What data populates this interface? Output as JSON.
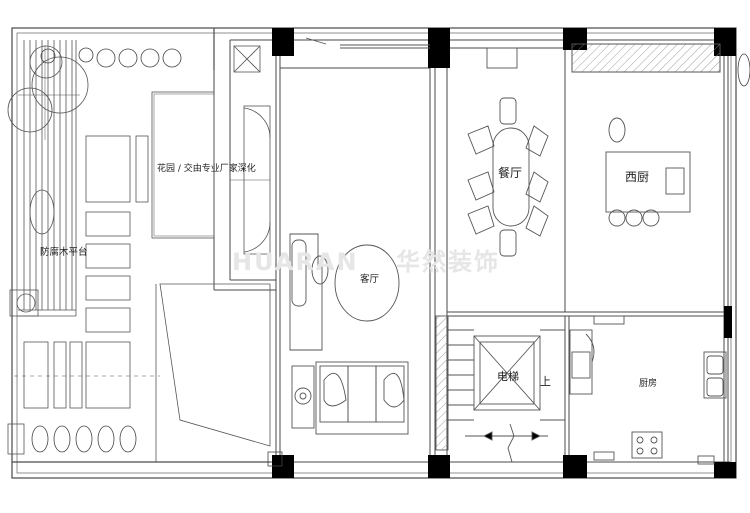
{
  "rooms": {
    "garden_note": "花园 / 交由专业厂家深化",
    "deck": "防腐木平台",
    "living": "客厅",
    "dining": "餐厅",
    "western_kitchen": "西厨",
    "elevator": "电梯",
    "up": "上",
    "kitchen": "厨房"
  },
  "watermark": {
    "latin": "HUARAN",
    "cjk": "华然装饰"
  },
  "colors": {
    "line": "#4a4a4a",
    "column": "#000000",
    "watermark": "#e6e6e6"
  }
}
